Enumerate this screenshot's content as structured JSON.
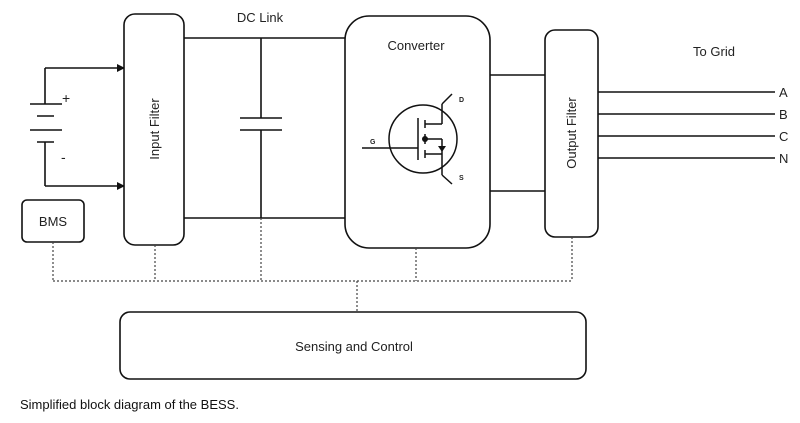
{
  "diagram": {
    "dc_link_label": "DC Link",
    "to_grid_label": "To Grid",
    "input_filter_label": "Input Filter",
    "converter_label": "Converter",
    "output_filter_label": "Output Filter",
    "bms_label": "BMS",
    "sensing_label": "Sensing and Control",
    "battery_plus": "+",
    "battery_minus": "-",
    "mosfet_gate": "G",
    "mosfet_drain": "D",
    "mosfet_source": "S",
    "grid_phases": [
      "A",
      "B",
      "C",
      "N"
    ]
  },
  "caption": "Simplified block diagram of the BESS."
}
